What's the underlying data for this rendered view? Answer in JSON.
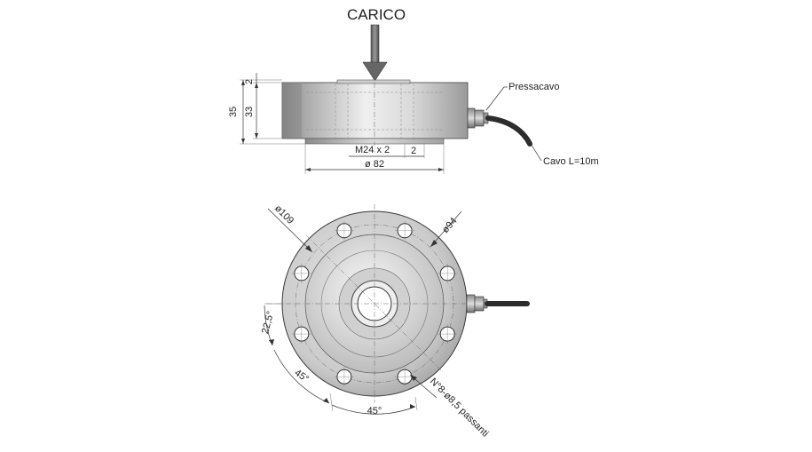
{
  "side_view": {
    "load_label": "CARICO",
    "cable_gland_label": "Pressacavo",
    "cable_label": "Cavo L=10m",
    "height_total": "35",
    "height_body": "33",
    "height_top": "2",
    "thread_label": "M24 x 2",
    "recess_depth": "2",
    "diameter_base": "ø 82"
  },
  "top_view": {
    "outer_diameter": "ø109",
    "bolt_circle_diameter": "ø94",
    "angle_half": "22,5°",
    "angle_step_a": "45°",
    "angle_step_b": "45°",
    "holes_note": "N°8-ø8,5 passanti"
  },
  "colors": {
    "line": "#333333",
    "metal_dark": "#8e8e8e",
    "metal_light": "#f2f2f2"
  }
}
